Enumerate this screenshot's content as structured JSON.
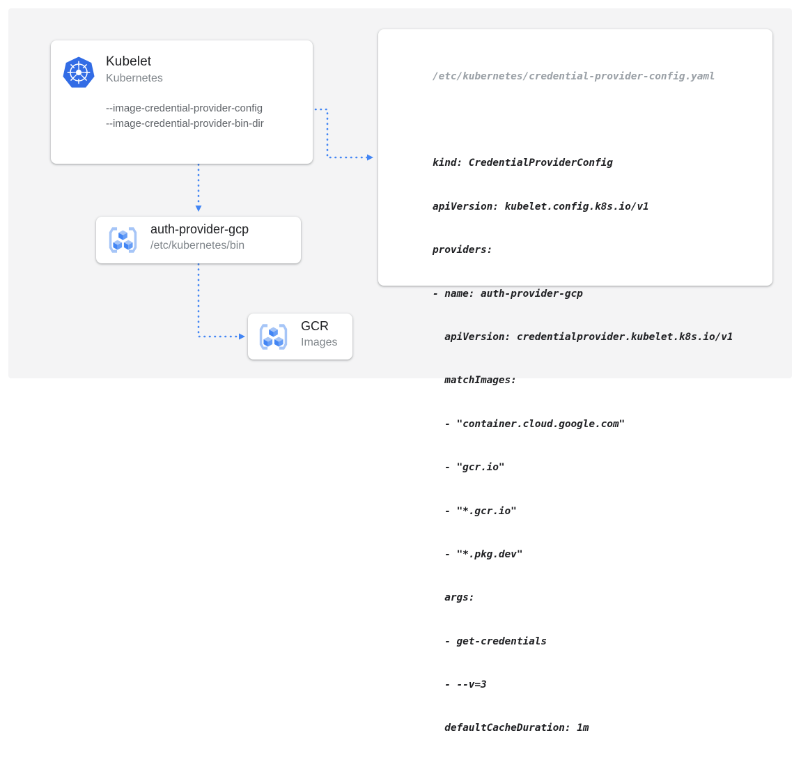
{
  "canvas": {
    "background_color": "#f4f4f5"
  },
  "nodes": {
    "kubelet": {
      "icon": "kubernetes-helm-icon",
      "title": "Kubelet",
      "subtitle": "Kubernetes",
      "flags": [
        "--image-credential-provider-config",
        "--image-credential-provider-bin-dir"
      ]
    },
    "auth_provider": {
      "icon": "gcp-container-icon",
      "title": "auth-provider-gcp",
      "subtitle": "/etc/kubernetes/bin"
    },
    "gcr": {
      "icon": "gcp-container-icon",
      "title": "GCR",
      "subtitle": "Images"
    }
  },
  "yaml_card": {
    "filename": "/etc/kubernetes/credential-provider-config.yaml",
    "lines": [
      "kind: CredentialProviderConfig",
      "apiVersion: kubelet.config.k8s.io/v1",
      "providers:",
      "- name: auth-provider-gcp",
      "  apiVersion: credentialprovider.kubelet.k8s.io/v1",
      "  matchImages:",
      "  - \"container.cloud.google.com\"",
      "  - \"gcr.io\"",
      "  - \"*.gcr.io\"",
      "  - \"*.pkg.dev\"",
      "  args:",
      "  - get-credentials",
      "  - --v=3",
      "  defaultCacheDuration: 1m"
    ]
  },
  "colors": {
    "kubernetes_blue": "#326ce5",
    "gcp_icon_blue": "#4285f4",
    "gcp_icon_light_blue": "#a6c5f7",
    "connector_blue": "#4285f4",
    "title_text": "#202124",
    "subtitle_text": "#80868b",
    "flag_text": "#5f6368",
    "filename_text": "#9aa0a6",
    "card_background": "#ffffff"
  },
  "connectors": [
    {
      "name": "kubelet-to-yaml",
      "from": "kubelet",
      "to": "yaml_card",
      "style": "dotted",
      "arrowhead": "right"
    },
    {
      "name": "kubelet-to-auth-provider",
      "from": "kubelet",
      "to": "auth_provider",
      "style": "dotted",
      "arrowhead": "down"
    },
    {
      "name": "auth-provider-to-gcr",
      "from": "auth_provider",
      "to": "gcr",
      "style": "dotted",
      "arrowhead": "right"
    }
  ]
}
